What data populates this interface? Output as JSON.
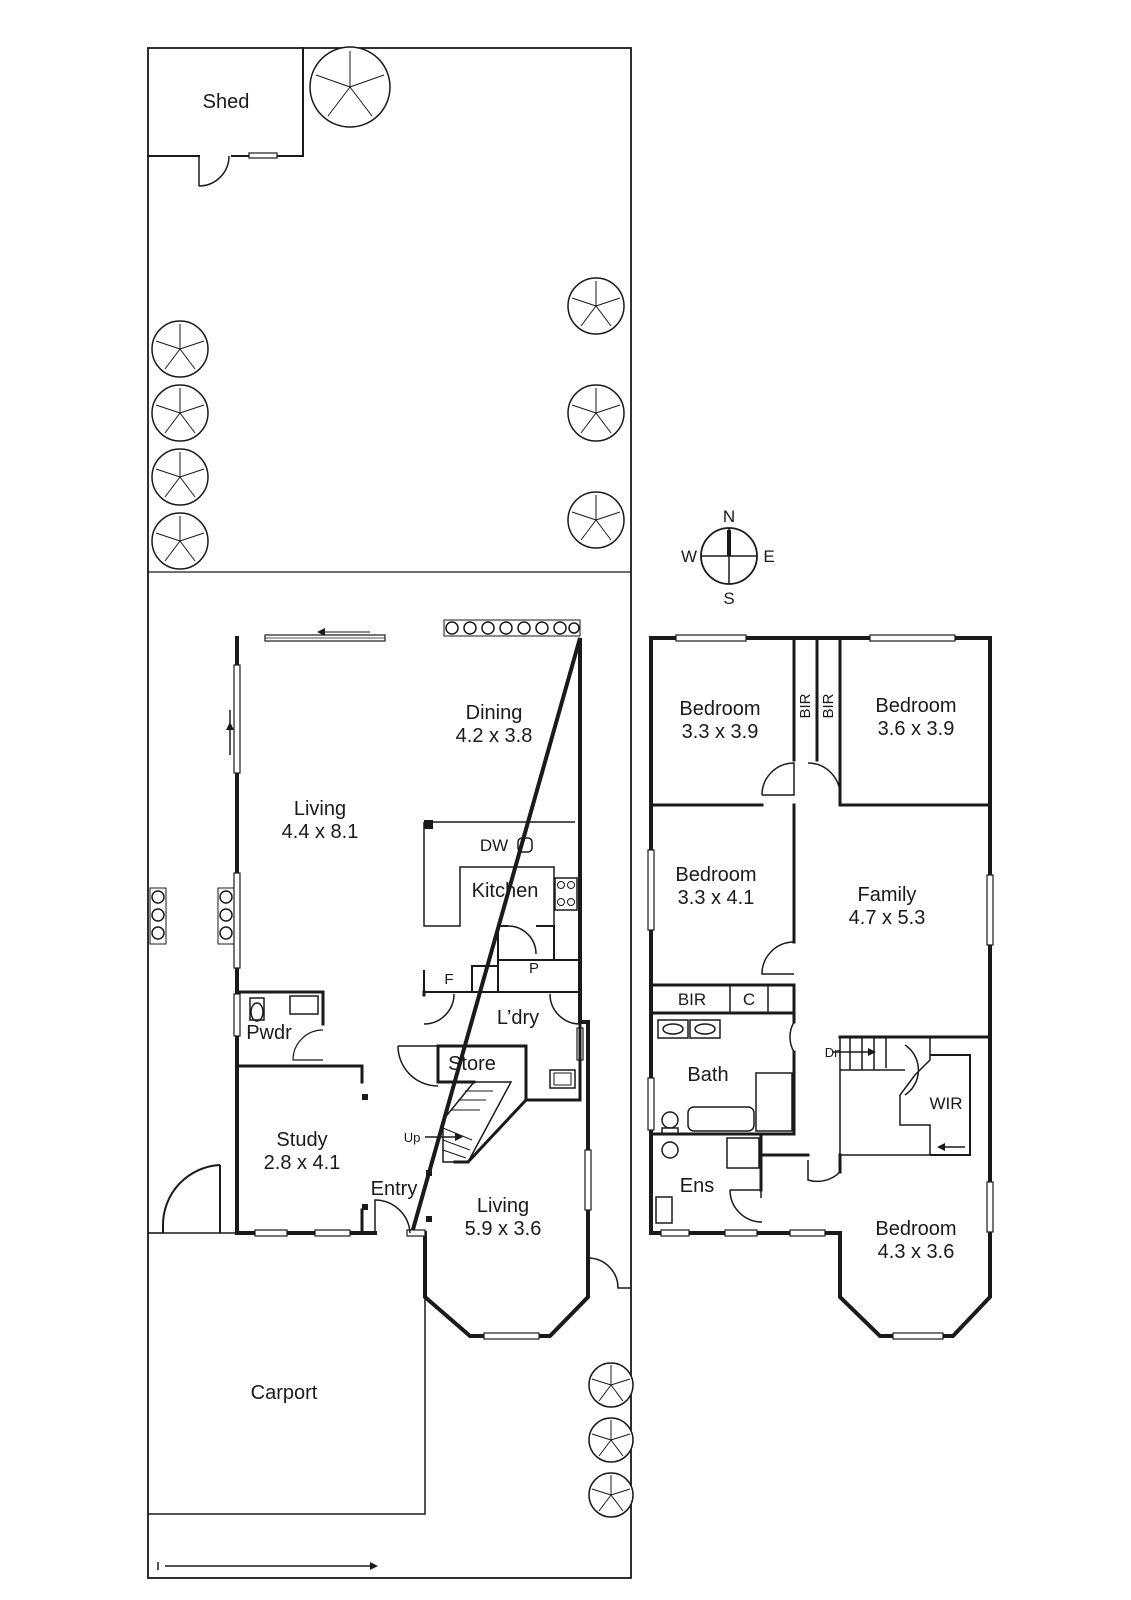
{
  "compass": {
    "n": "N",
    "s": "S",
    "e": "E",
    "w": "W"
  },
  "outdoor": {
    "shed": "Shed",
    "carport": "Carport"
  },
  "ground_floor": {
    "dining": {
      "name": "Dining",
      "size": "4.2 x 3.8"
    },
    "living_main": {
      "name": "Living",
      "size": "4.4 x 8.1"
    },
    "kitchen": {
      "name": "Kitchen",
      "dw": "DW"
    },
    "fridge": "F",
    "pantry": "P",
    "laundry": "L’dry",
    "powder": "Pwdr",
    "store": "Store",
    "study": {
      "name": "Study",
      "size": "2.8 x 4.1"
    },
    "entry": "Entry",
    "stairs_up": "Up",
    "living_front": {
      "name": "Living",
      "size": "5.9 x 3.6"
    }
  },
  "first_floor": {
    "bedroom_nw": {
      "name": "Bedroom",
      "size": "3.3 x 3.9"
    },
    "bedroom_ne": {
      "name": "Bedroom",
      "size": "3.6 x 3.9"
    },
    "bir_1": "BIR",
    "bir_2": "BIR",
    "bedroom_w": {
      "name": "Bedroom",
      "size": "3.3 x 4.1"
    },
    "family": {
      "name": "Family",
      "size": "4.7 x 5.3"
    },
    "bir_3": "BIR",
    "linen": "C",
    "bath": "Bath",
    "stairs_down": "Dn",
    "wir": "WIR",
    "ensuite": "Ens",
    "bedroom_main": {
      "name": "Bedroom",
      "size": "4.3 x 3.6"
    }
  }
}
